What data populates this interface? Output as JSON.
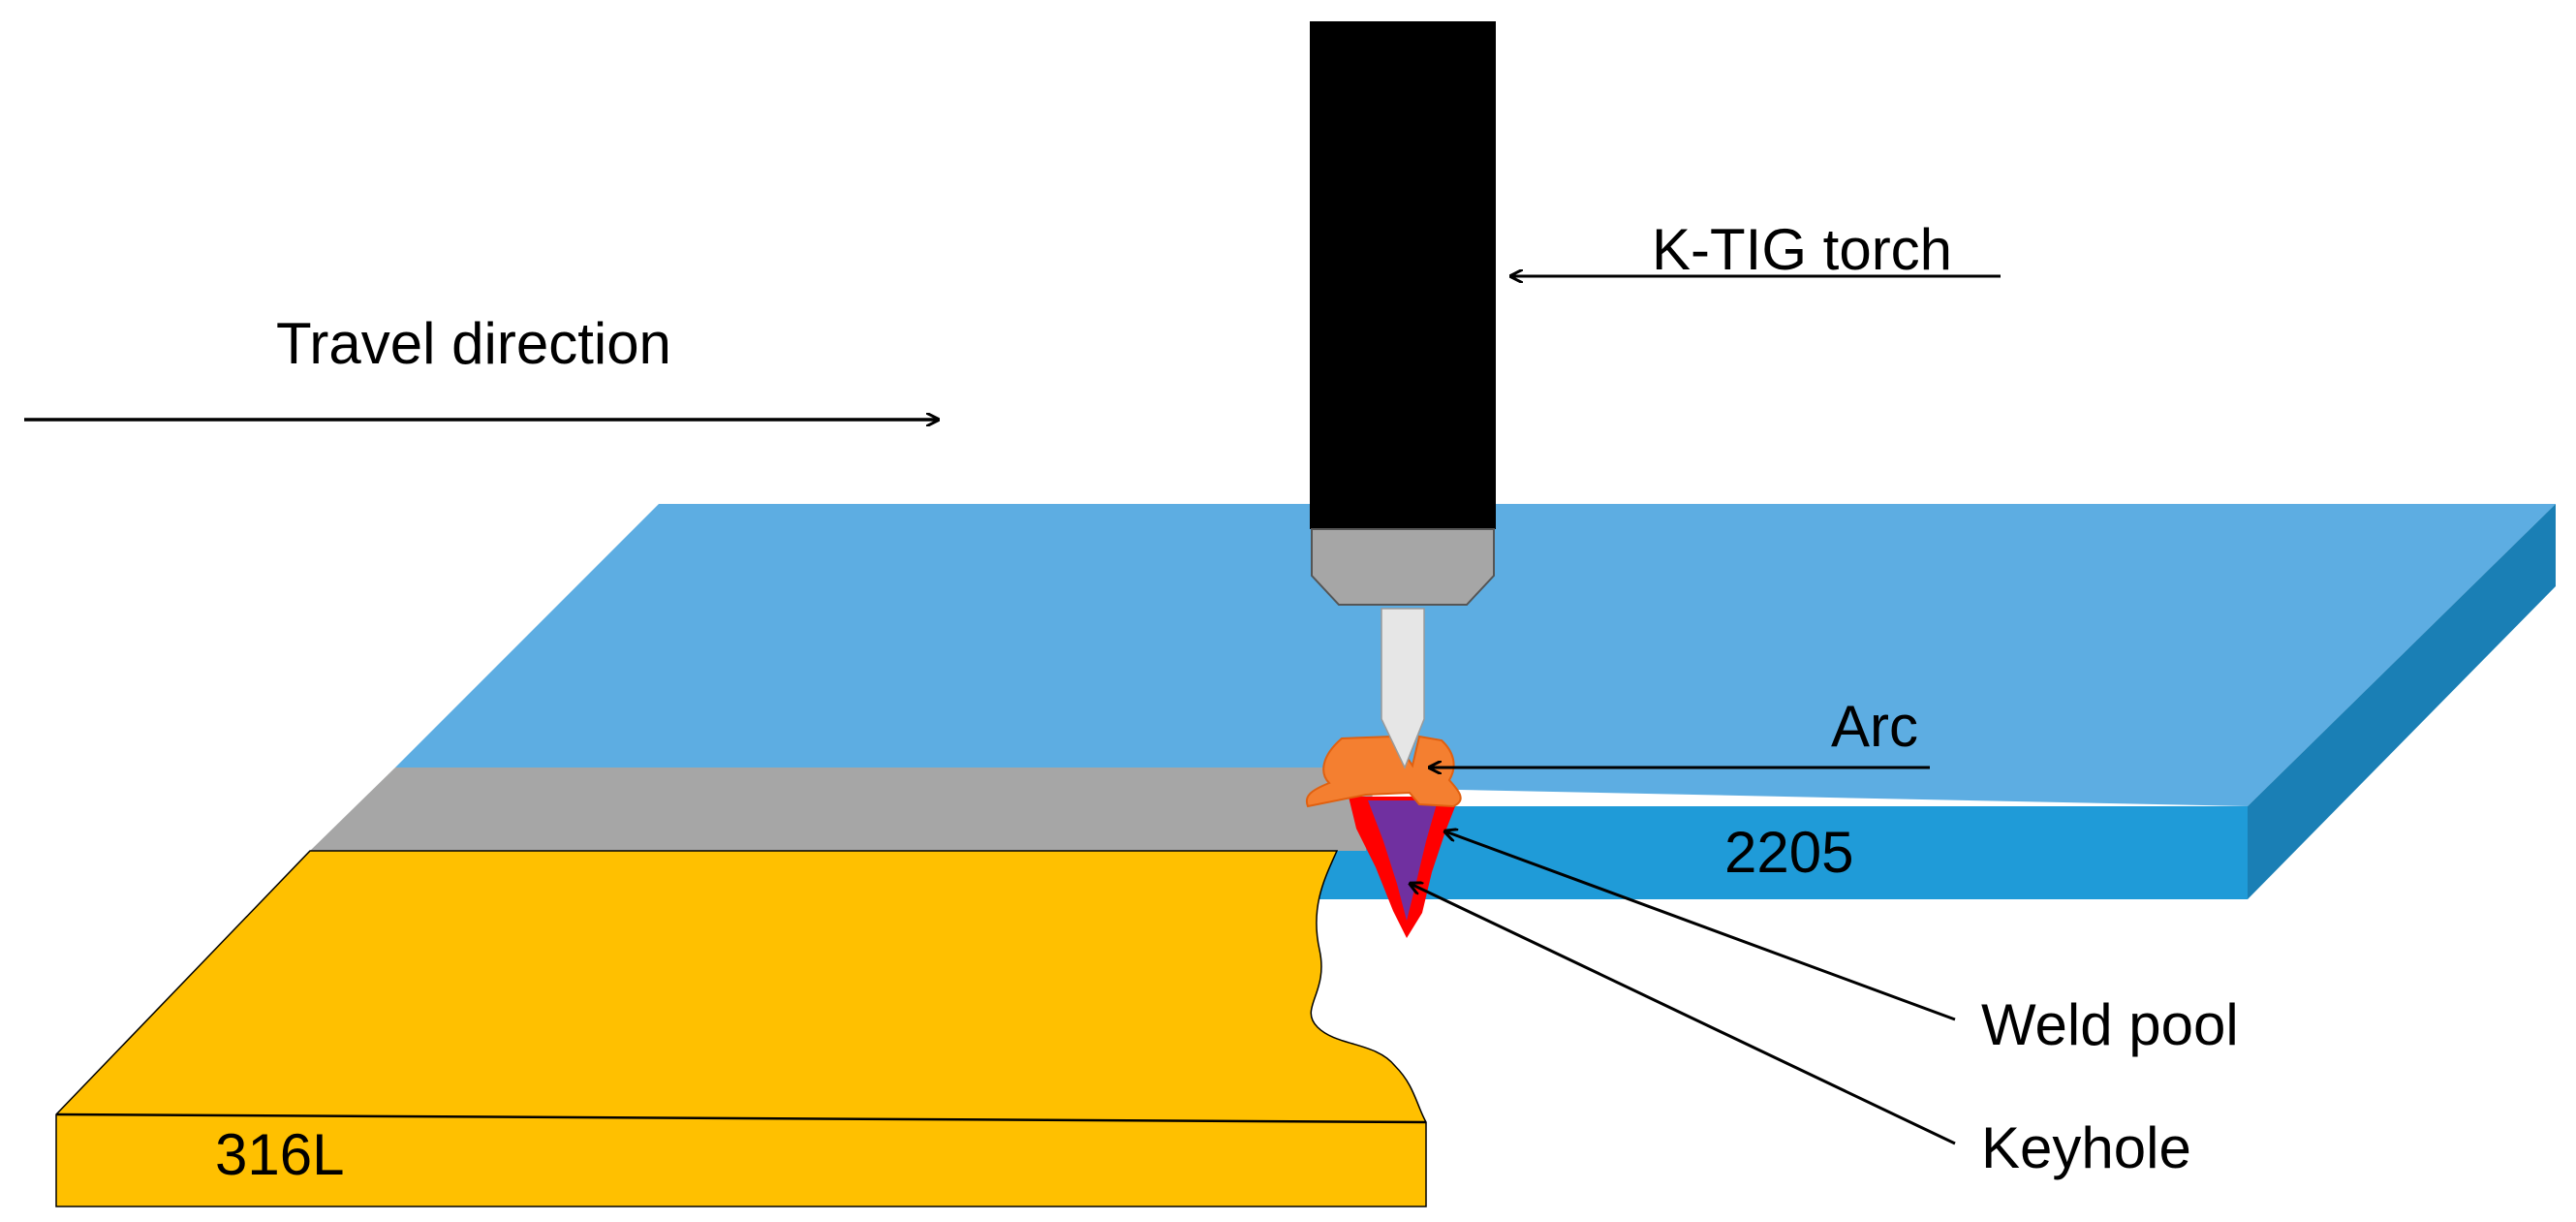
{
  "labels": {
    "torch": "K-TIG torch",
    "travel": "Travel direction",
    "arc": "Arc",
    "plate_right": "2205",
    "plate_left": "316L",
    "weld_pool": "Weld pool",
    "keyhole": "Keyhole"
  },
  "colors": {
    "plate_2205_top": "#5DADE2",
    "plate_2205_front": "#1F9BD8",
    "plate_2205_side": "#1A7FB5",
    "plate_316L": "#FFC000",
    "weld_seam": "#A6A6A6",
    "torch_body": "#000000",
    "torch_nozzle": "#A6A6A6",
    "electrode": "#E6E6E6",
    "arc": "#F47F30",
    "weld_pool": "#FF0000",
    "keyhole": "#7030A0"
  }
}
